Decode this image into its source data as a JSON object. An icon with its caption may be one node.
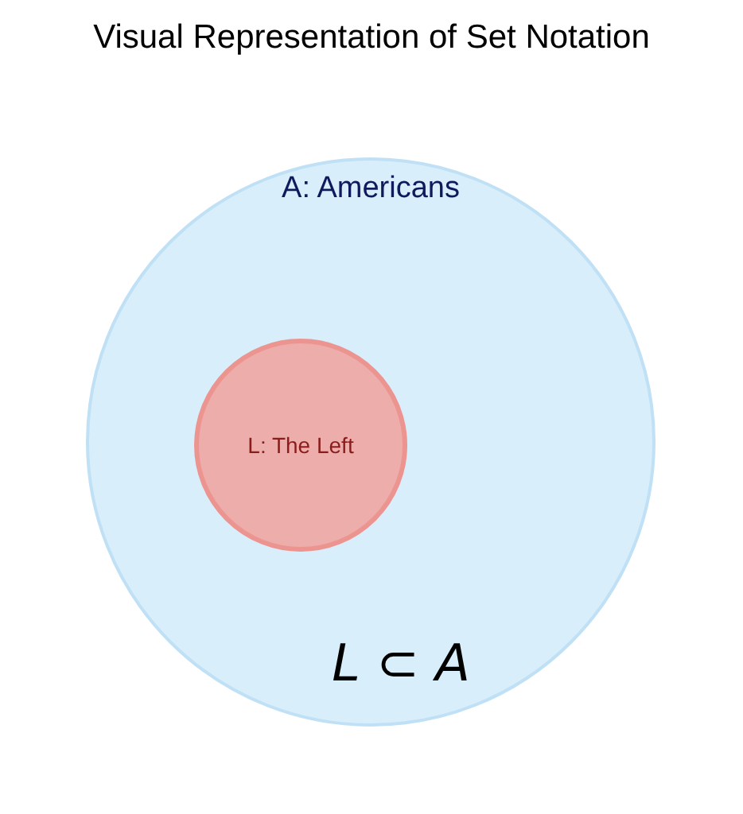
{
  "diagram": {
    "title": "Visual Representation of Set Notation",
    "nodes": [
      {
        "text": [
          "A: Americans"
        ]
      },
      {
        "text": [
          "L: The Left"
        ],
        "in": 0
      }
    ],
    "labels": [
      "*L* ⊂ *A*"
    ]
  }
}
